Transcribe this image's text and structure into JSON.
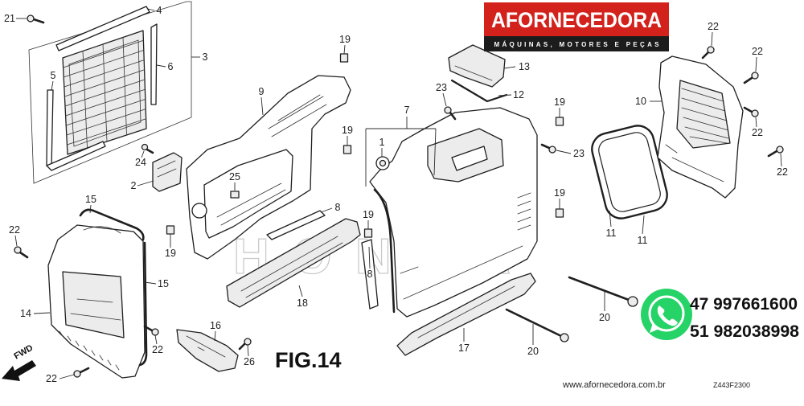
{
  "brand": {
    "name": "AFORNECEDORA",
    "tagline": "MÁQUINAS, MOTORES E PEÇAS",
    "primary_color": "#d3211c",
    "strip_color": "#1c1c1c"
  },
  "watermark": "HONDA",
  "figure_label": "FIG.14",
  "direction": {
    "label": "FWD",
    "icon": "arrow-icon"
  },
  "contact": {
    "icon": "whatsapp-icon",
    "icon_color": "#25d366",
    "phone_1": "47 997661600",
    "phone_2": "51 982038998"
  },
  "website": "www.afornecedora.com.br",
  "diagram_code": "Z443F2300",
  "callouts": [
    "21",
    "4",
    "3",
    "5",
    "6",
    "24",
    "2",
    "25",
    "9",
    "19",
    "19",
    "8",
    "19",
    "19",
    "8",
    "18",
    "1",
    "7",
    "23",
    "13",
    "12",
    "19",
    "23",
    "19",
    "17",
    "20",
    "20",
    "11",
    "11",
    "10",
    "22",
    "22",
    "22",
    "22",
    "15",
    "22",
    "15",
    "14",
    "22",
    "22",
    "16",
    "26"
  ]
}
